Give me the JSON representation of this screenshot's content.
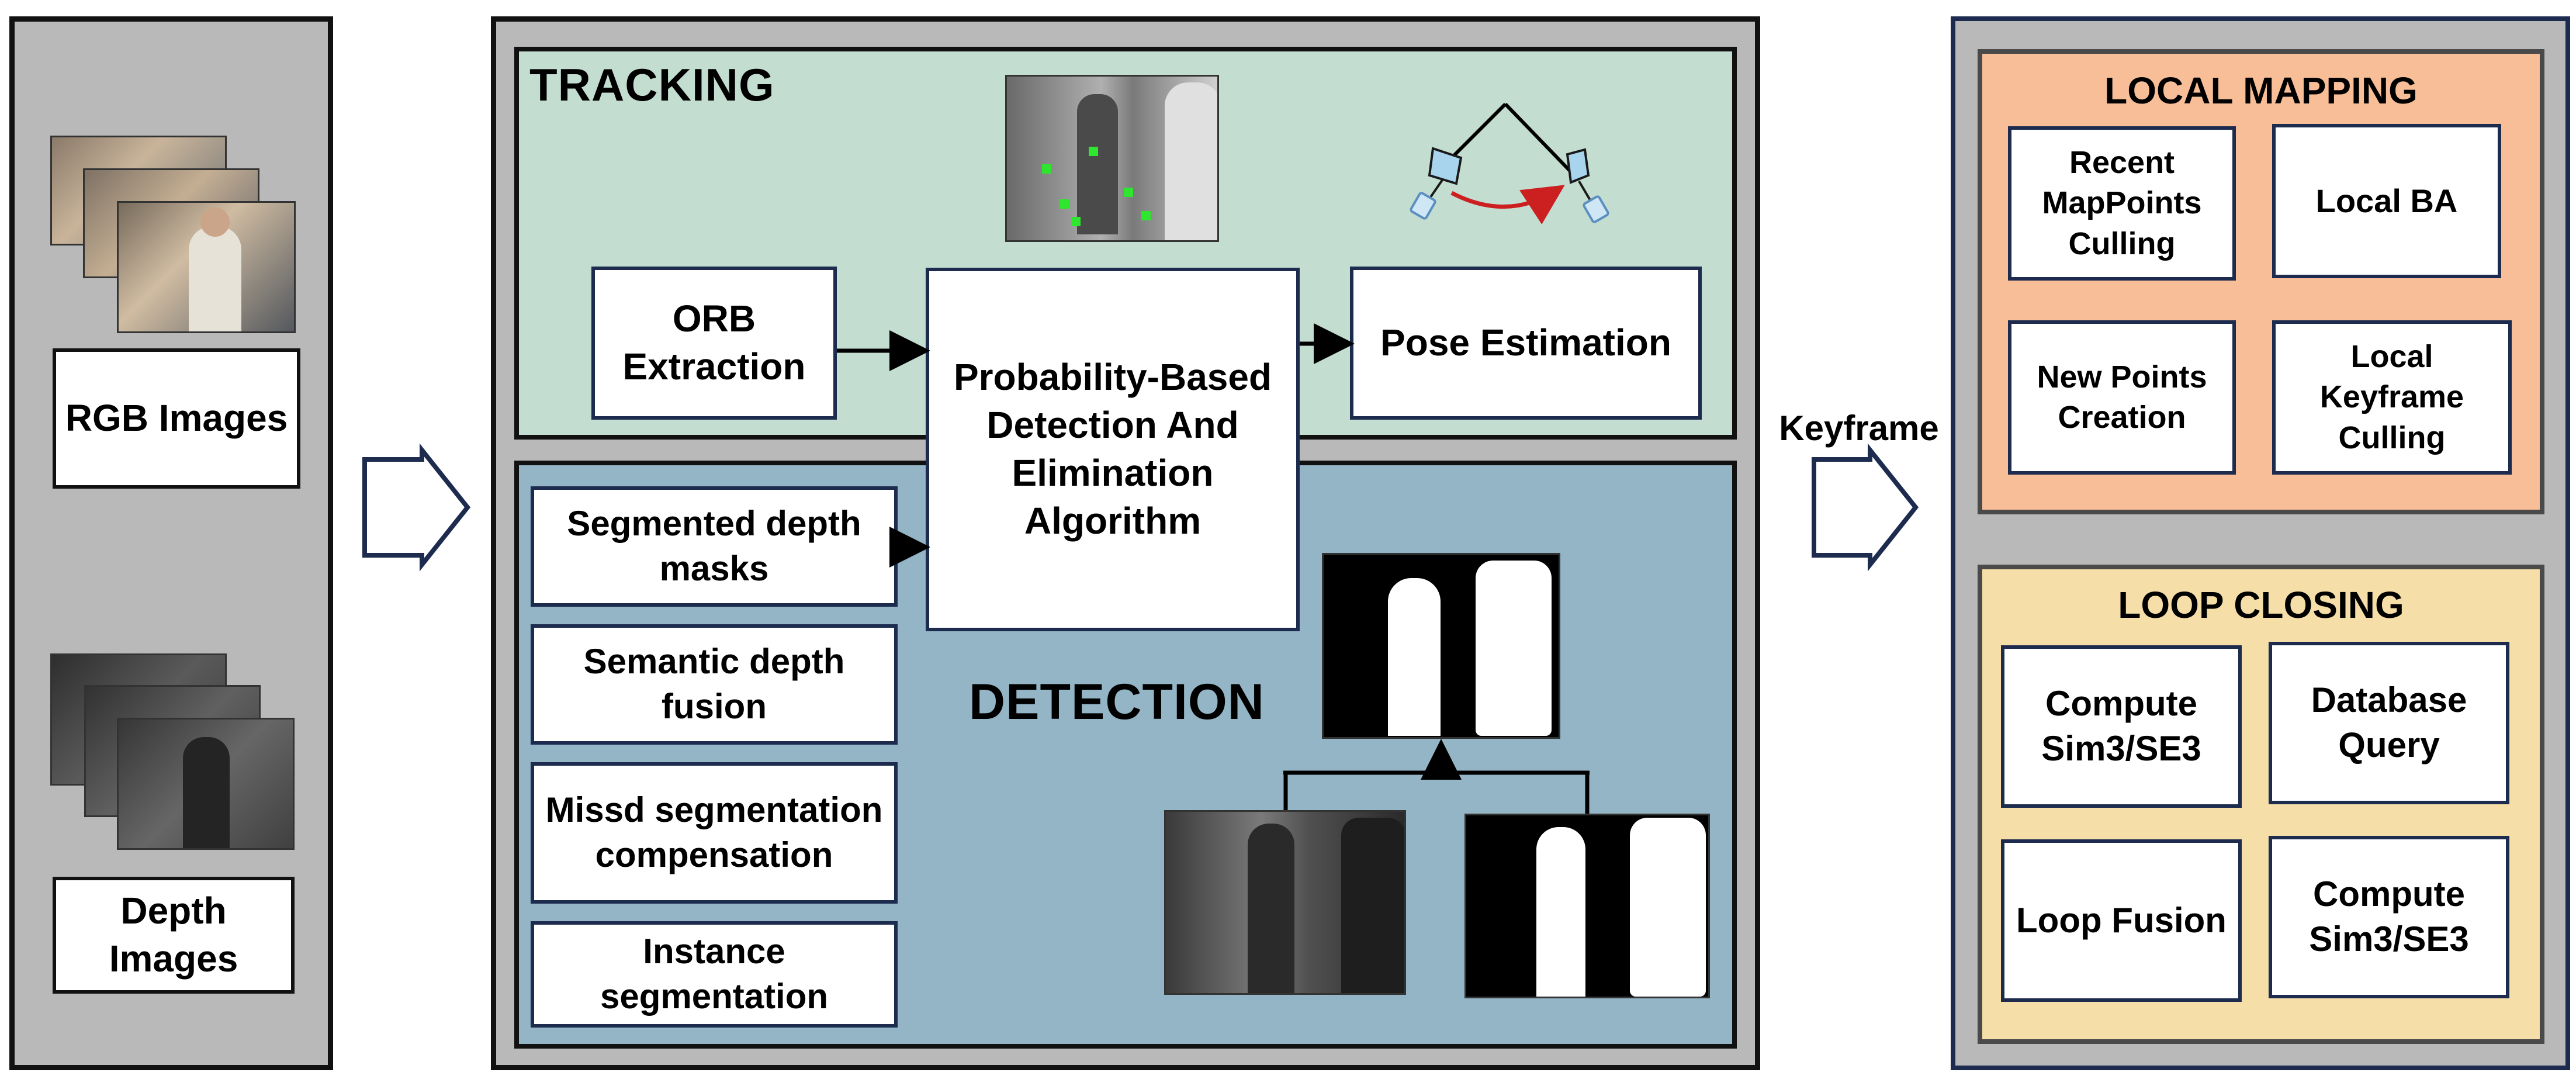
{
  "input": {
    "rgb_label": "RGB Images",
    "depth_label": "Depth Images"
  },
  "tracking": {
    "title": "TRACKING",
    "orb_extraction": "ORB Extraction",
    "pose_estimation": "Pose Estimation"
  },
  "central": {
    "label": "Probability-Based Detection And Elimination Algorithm"
  },
  "detection": {
    "title": "DETECTION",
    "items": [
      "Segmented depth masks",
      "Semantic depth fusion",
      "Missd segmentation compensation",
      "Instance segmentation"
    ]
  },
  "keyframe_label": "Keyframe",
  "local_mapping": {
    "title": "LOCAL MAPPING",
    "items": [
      "Recent MapPoints Culling",
      "Local BA",
      "New Points Creation",
      "Local Keyframe Culling"
    ]
  },
  "loop_closing": {
    "title": "LOOP CLOSING",
    "items": [
      "Compute Sim3/SE3",
      "Database Query",
      "Loop Fusion",
      "Compute Sim3/SE3"
    ]
  },
  "colors": {
    "tracking_bg": "#c3ddd1",
    "detection_bg": "#93b5c6",
    "local_mapping_bg": "#f7be98",
    "loop_closing_bg": "#f5dea7",
    "box_border": "#1c2b4e",
    "arrow_red": "#cc1f1f"
  }
}
